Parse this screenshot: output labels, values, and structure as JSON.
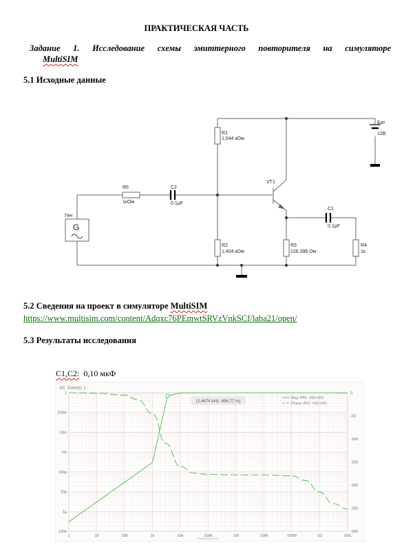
{
  "doc": {
    "title": "ПРАКТИЧЕСКАЯ ЧАСТЬ",
    "task_line1": "Задание 1. Исследование схемы эмиттерного повторителя на симуляторе",
    "task_line2": "MultiSIM",
    "section_5_1": "5.1 Исходные данные",
    "section_5_2_prefix": "5.2 Сведения на проект в симуляторе ",
    "section_5_2_app": "MultiSIM",
    "project_link": "https://www.multisim.com/content/Adqxc76PEmwtSRVzVnkSCf/laba21/open/",
    "section_5_3": "5.3 Результаты исследования",
    "caption_label": "С1,С2:",
    "caption_value": "0,10 мкФ"
  },
  "schematic": {
    "gen_name": "Ген",
    "gen_symbol": "G",
    "r5_name": "R5",
    "r5_value": "1кОм",
    "c2_name": "C2",
    "c2_value": "0.1µF",
    "r1_name": "R1",
    "r1_value": "1,044 кОм",
    "r2_name": "R2",
    "r2_value": "1,404 кОм",
    "vt1_name": "VT1",
    "r3_name": "R3",
    "r3_value": "126,396 Ом",
    "c1_name": "C1",
    "c1_value": "0.1µF",
    "r4_name": "R4",
    "r4_value": "1к",
    "bat_name": "Бат",
    "bat_value": "12В"
  },
  "chart_data": {
    "type": "line",
    "title": "AC Sweep 1",
    "xlabel": "Frequency (Hz)",
    "x_scale": "log",
    "xlim": [
      1,
      10000000000
    ],
    "x_ticks": [
      "1",
      "10",
      "100",
      "1k",
      "10k",
      "100k",
      "1M",
      "10M",
      "100M",
      "1G",
      "10G"
    ],
    "y_left_scale": "log",
    "y_left_ticks": [
      "1",
      "100m",
      "10m",
      "1m",
      "100µ",
      "10µ",
      "1µ",
      "100n"
    ],
    "y_right_ticks": [
      "0",
      "-50",
      "-100",
      "-150",
      "-200",
      "-250",
      "-300"
    ],
    "y_right_lim": [
      -300,
      0
    ],
    "grid": true,
    "legend_position": "top-right",
    "cursor_label": "(3,4674 kHz, 696,77 m)",
    "series": [
      {
        "name": "Mag: PR1: V(0)-V(0)",
        "axis": "left",
        "style": "solid",
        "color": "#5ec95e",
        "x": [
          1,
          10,
          100,
          1000,
          3467.4,
          10000,
          100000,
          1000000,
          10000000,
          100000000,
          1000000000,
          3000000000,
          10000000000
        ],
        "y": [
          3e-07,
          3e-06,
          3e-05,
          0.0003,
          0.697,
          0.98,
          1,
          1,
          1,
          1,
          1,
          0.99,
          0.95
        ]
      },
      {
        "name": "Phase: PR1: V(0)-V(0)",
        "axis": "right",
        "style": "dashed",
        "color": "#5ec95e",
        "x": [
          1,
          10,
          100,
          300,
          1000,
          3000,
          10000,
          30000,
          100000,
          1000000,
          10000000,
          100000000,
          300000000,
          1000000000,
          3000000000,
          10000000000
        ],
        "y": [
          0,
          -1,
          -5,
          -15,
          -45,
          -110,
          -160,
          -174,
          -177,
          -178,
          -178,
          -180,
          -190,
          -215,
          -240,
          -252
        ]
      }
    ]
  },
  "colors": {
    "series": "#5ec95e",
    "link": "#0b6b0b",
    "grid": "#f1e2e2"
  }
}
